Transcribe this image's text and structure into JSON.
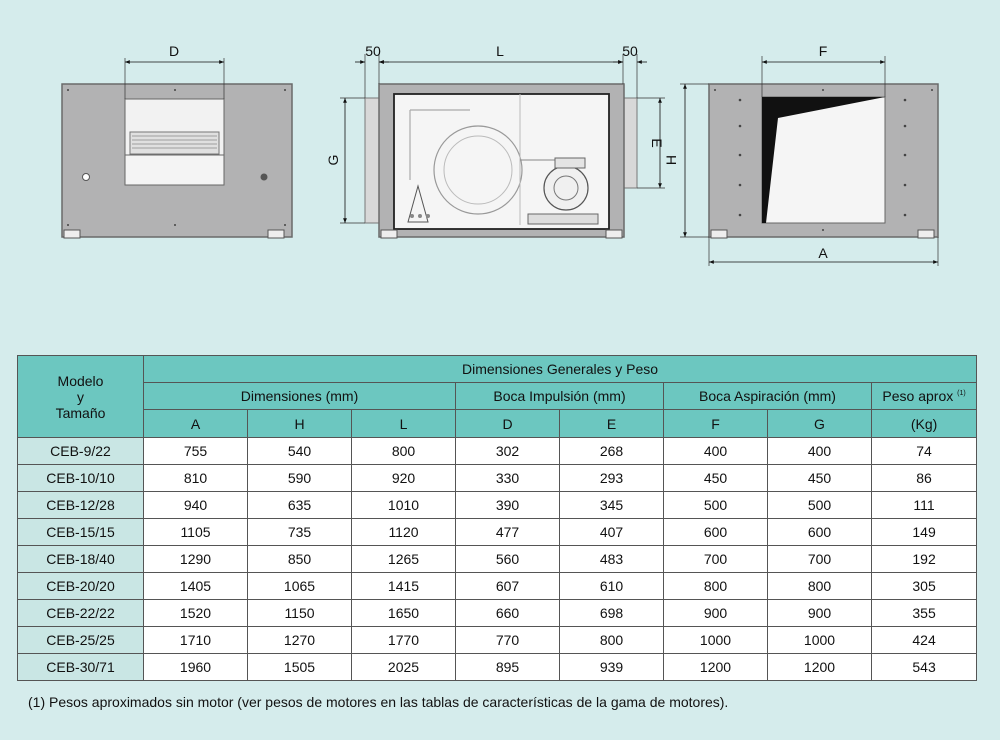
{
  "drawing_labels": {
    "front": {
      "d": "D"
    },
    "side": {
      "left_margin": "50",
      "length": "L",
      "right_margin": "50",
      "g": "G",
      "e": "E"
    },
    "back": {
      "f": "F",
      "h": "H",
      "a": "A"
    }
  },
  "table": {
    "model_header": [
      "Modelo",
      "y",
      "Tamaño"
    ],
    "group_title": "Dimensiones Generales y Peso",
    "groups": {
      "dimensiones": "Dimensiones (mm)",
      "impulsion": "Boca Impulsión (mm)",
      "aspiracion": "Boca Aspiración (mm)",
      "peso": "Peso aprox",
      "peso_note": "(1)"
    },
    "columns": [
      "A",
      "H",
      "L",
      "D",
      "E",
      "F",
      "G",
      "(Kg)"
    ],
    "rows": [
      [
        "CEB-9/22",
        "755",
        "540",
        "800",
        "302",
        "268",
        "400",
        "400",
        "74"
      ],
      [
        "CEB-10/10",
        "810",
        "590",
        "920",
        "330",
        "293",
        "450",
        "450",
        "86"
      ],
      [
        "CEB-12/28",
        "940",
        "635",
        "1010",
        "390",
        "345",
        "500",
        "500",
        "111"
      ],
      [
        "CEB-15/15",
        "1105",
        "735",
        "1120",
        "477",
        "407",
        "600",
        "600",
        "149"
      ],
      [
        "CEB-18/40",
        "1290",
        "850",
        "1265",
        "560",
        "483",
        "700",
        "700",
        "192"
      ],
      [
        "CEB-20/20",
        "1405",
        "1065",
        "1415",
        "607",
        "610",
        "800",
        "800",
        "305"
      ],
      [
        "CEB-22/22",
        "1520",
        "1150",
        "1650",
        "660",
        "698",
        "900",
        "900",
        "355"
      ],
      [
        "CEB-25/25",
        "1710",
        "1270",
        "1770",
        "770",
        "800",
        "1000",
        "1000",
        "424"
      ],
      [
        "CEB-30/71",
        "1960",
        "1505",
        "2025",
        "895",
        "939",
        "1200",
        "1200",
        "543"
      ]
    ]
  },
  "footnote": "(1) Pesos aproximados sin motor (ver pesos de motores en las tablas de características de la gama de motores)."
}
